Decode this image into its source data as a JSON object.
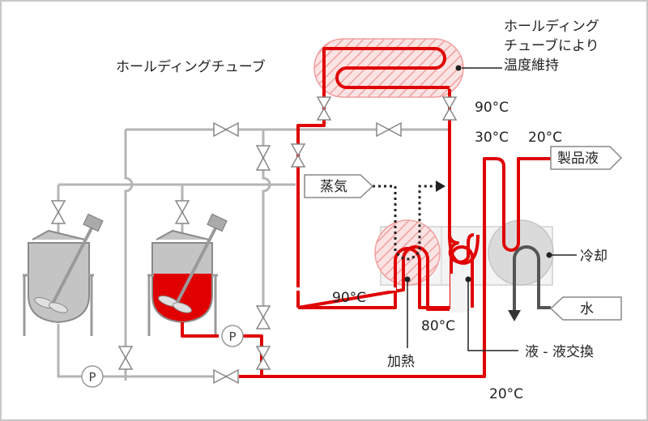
{
  "labels": {
    "holding_tube": "ホールディングチューブ",
    "holding_note_line1": "ホールディング",
    "holding_note_line2": "チューブにより",
    "holding_note_line3": "温度維持",
    "temp_90_right": "90°C",
    "temp_30": "30°C",
    "temp_20_top": "20°C",
    "product": "製品液",
    "steam": "蒸気",
    "temp_90_left": "90°C",
    "temp_80": "80°C",
    "heating": "加熱",
    "exchange": "液 - 液交換",
    "cooling": "冷却",
    "water": "水",
    "temp_20_bottom": "20°C",
    "pump_symbol": "P"
  },
  "colors": {
    "product_line": "#e00000",
    "utility_line": "#b5b5b5",
    "heat_zone": "#f4b4b4",
    "cool_zone": "#d8d8d8",
    "tank_body": "#c4c4c4",
    "liquid": "#e00000",
    "frame": "#c8c8c8"
  }
}
